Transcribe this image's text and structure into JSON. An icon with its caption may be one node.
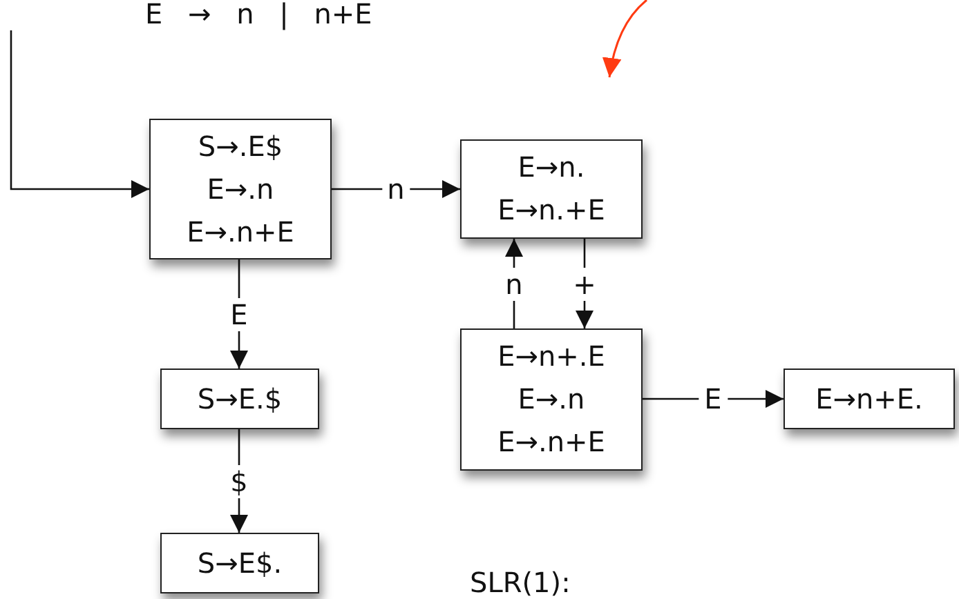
{
  "diagram": {
    "nodes": [
      {
        "text": [
          "S→.E$",
          "E→.n",
          "E→.n+E"
        ]
      },
      {
        "text": [
          "E→n.",
          "E→n.+E"
        ]
      },
      {
        "text": [
          "S→E.$"
        ]
      },
      {
        "text": [
          "E→n+.E",
          "E→.n",
          "E→.n+E"
        ]
      },
      {
        "text": [
          "E→n+E."
        ]
      },
      {
        "text": [
          "S→E$."
        ]
      }
    ],
    "edges": [
      {
        "from": null,
        "to": 0,
        "arrow": "to"
      },
      {
        "from": 0,
        "to": 1,
        "arrow": "to",
        "label": "n"
      },
      {
        "from": 0,
        "to": 2,
        "arrow": "to",
        "label": "E"
      },
      {
        "from": 2,
        "to": 5,
        "arrow": "to",
        "label": "$"
      },
      {
        "from": 3,
        "to": 1,
        "arrow": "to",
        "label": "n"
      },
      {
        "from": 1,
        "to": 3,
        "arrow": "to",
        "label": "+"
      },
      {
        "from": 3,
        "to": 4,
        "arrow": "to",
        "label": "E"
      }
    ],
    "labels": [
      "E → n | n+E",
      "SLR(1):"
    ]
  }
}
